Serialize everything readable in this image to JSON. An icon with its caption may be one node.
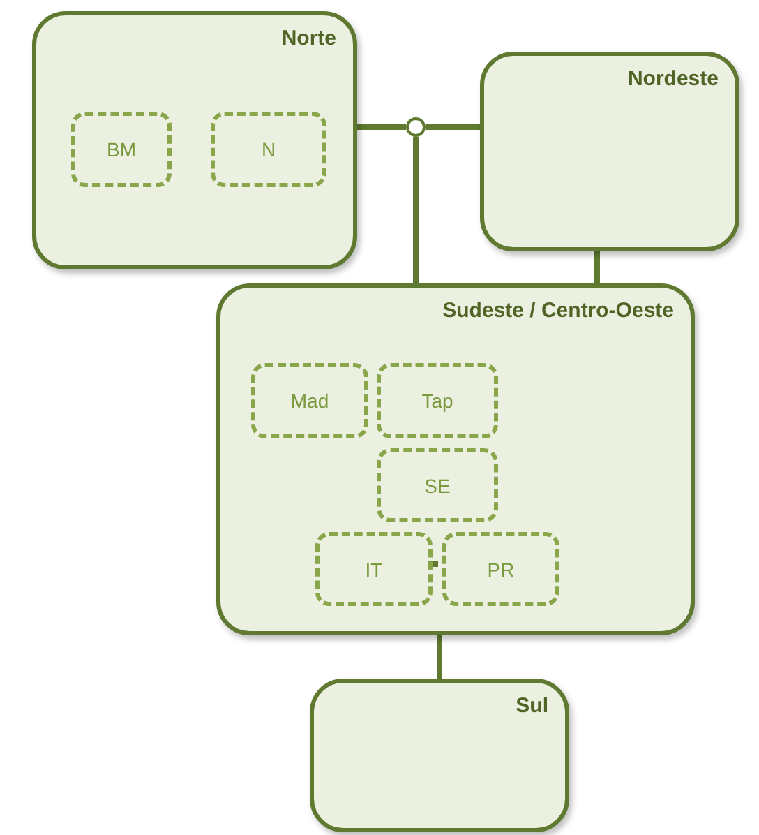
{
  "diagram": {
    "nodes": [
      {
        "text": [
          "Norte"
        ]
      },
      {
        "text": [
          "BM"
        ],
        "in": 0
      },
      {
        "text": [
          "N"
        ],
        "in": 0
      },
      {
        "text": [],
        "shape": "circle"
      },
      {
        "text": [
          "Nordeste"
        ]
      },
      {
        "text": [
          "Sudeste / Centro-Oeste"
        ]
      },
      {
        "text": [
          "Mad"
        ],
        "in": 5
      },
      {
        "text": [
          "Tap"
        ],
        "in": 5
      },
      {
        "text": [
          "SE"
        ],
        "in": 5
      },
      {
        "text": [
          "IT"
        ],
        "in": 5
      },
      {
        "text": [
          "PR"
        ],
        "in": 5
      },
      {
        "text": [
          "Sul"
        ]
      }
    ],
    "edges": [
      {
        "from": 0,
        "to": 3,
        "arrow": "none"
      },
      {
        "from": 3,
        "to": 4,
        "arrow": "none"
      },
      {
        "from": 3,
        "to": 5,
        "arrow": "none"
      },
      {
        "from": 4,
        "to": 5,
        "arrow": "none"
      },
      {
        "from": 9,
        "to": 10,
        "arrow": "none"
      },
      {
        "from": 5,
        "to": 11,
        "arrow": "none"
      }
    ]
  }
}
